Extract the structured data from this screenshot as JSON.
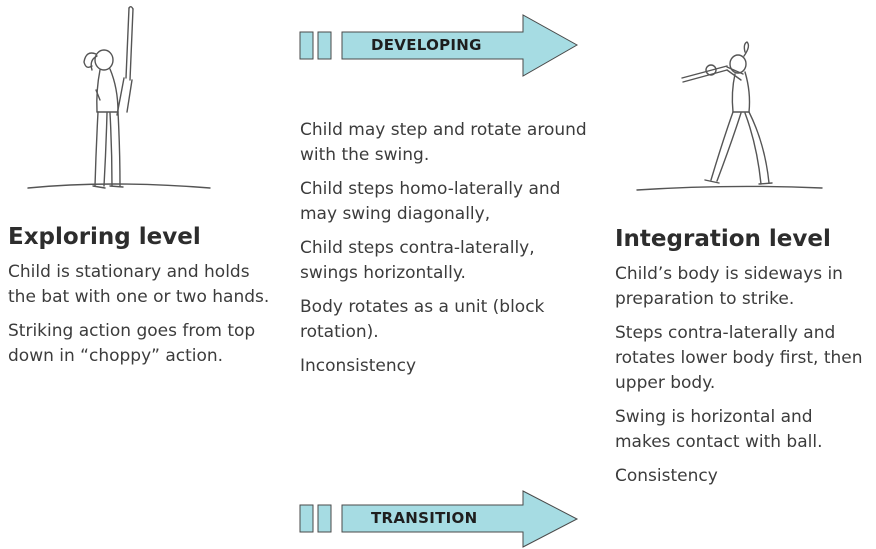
{
  "colors": {
    "arrow_fill": "#a6dce3",
    "arrow_stroke": "#4a4a4a",
    "sketch": "#555555"
  },
  "left": {
    "heading": "Exploring level",
    "paragraphs": [
      "Child is stationary and holds the bat with one or two hands.",
      "Striking action goes from top down in “choppy” action."
    ]
  },
  "middle": {
    "top_arrow_label": "DEVELOPING",
    "paragraphs": [
      "Child may step and rotate around with the swing.",
      "Child steps homo-laterally and may swing diagonally,",
      "Child steps contra-laterally, swings horizontally.",
      "Body rotates as a unit (block rotation).",
      "Inconsistency"
    ],
    "bottom_arrow_label": "TRANSITION"
  },
  "right": {
    "heading": "Integration level",
    "paragraphs": [
      "Child’s body is sideways in preparation to strike.",
      "Steps contra-laterally and rotates lower body first, then upper body.",
      "Swing is horizontal and makes contact with ball.",
      "Consistency"
    ]
  },
  "figures": {
    "left": "child-batting-overhead-sketch",
    "right": "child-batting-sideways-sketch"
  }
}
